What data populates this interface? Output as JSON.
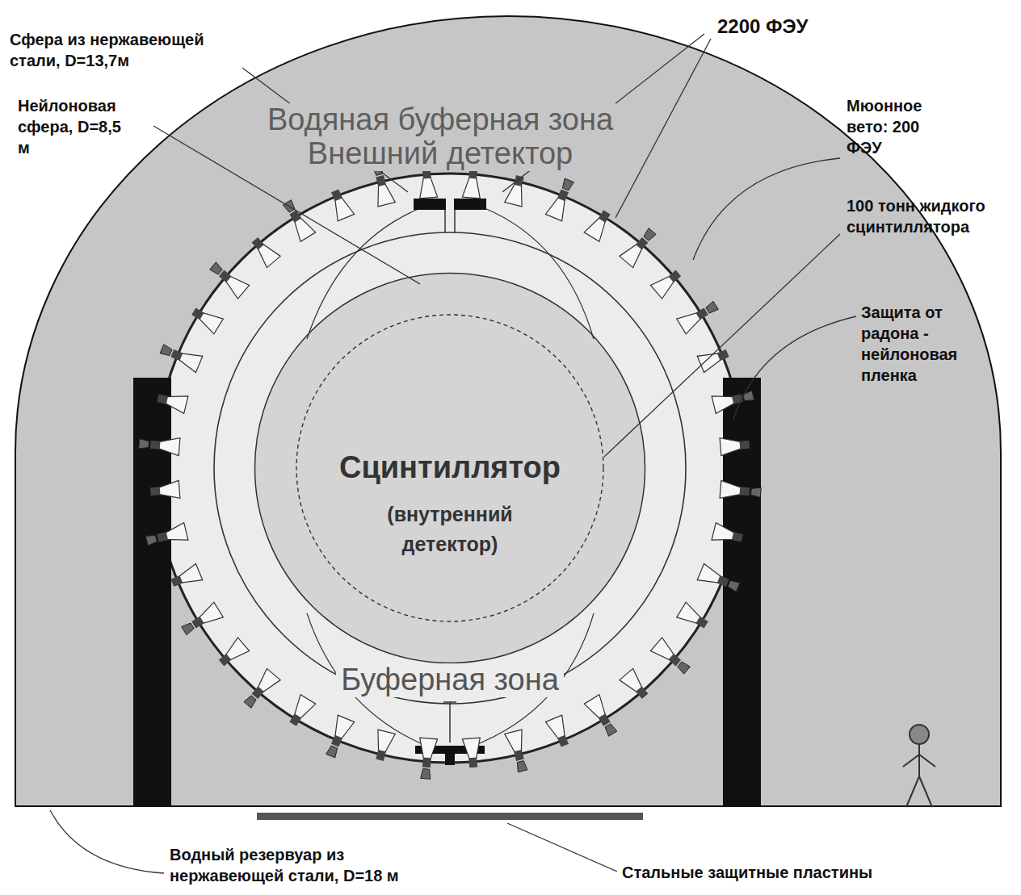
{
  "diagram": {
    "nodes": [
      {
        "text": [
          "Водяная буферная зона",
          "Внешний детектор"
        ]
      },
      {
        "text": [
          "Буферная зона"
        ],
        "in": 0
      },
      {
        "text": [
          "Сцинтиллятор",
          "(внутренний детектор)"
        ],
        "in": 1
      }
    ],
    "labels": [
      "Сфера из нержавеющей стали, D=13,7м",
      "2200 ФЭУ",
      "Нейлоновая сфера, D=8,5 м",
      "Мюонное вето: 200 ФЭУ",
      "100 тонн жидкого сцинтиллятора",
      "Защита от радона - нейлоновая пленка",
      "Водный резервуар из нержавеющей стали, D=18 м",
      "Стальные защитные пластины"
    ]
  }
}
